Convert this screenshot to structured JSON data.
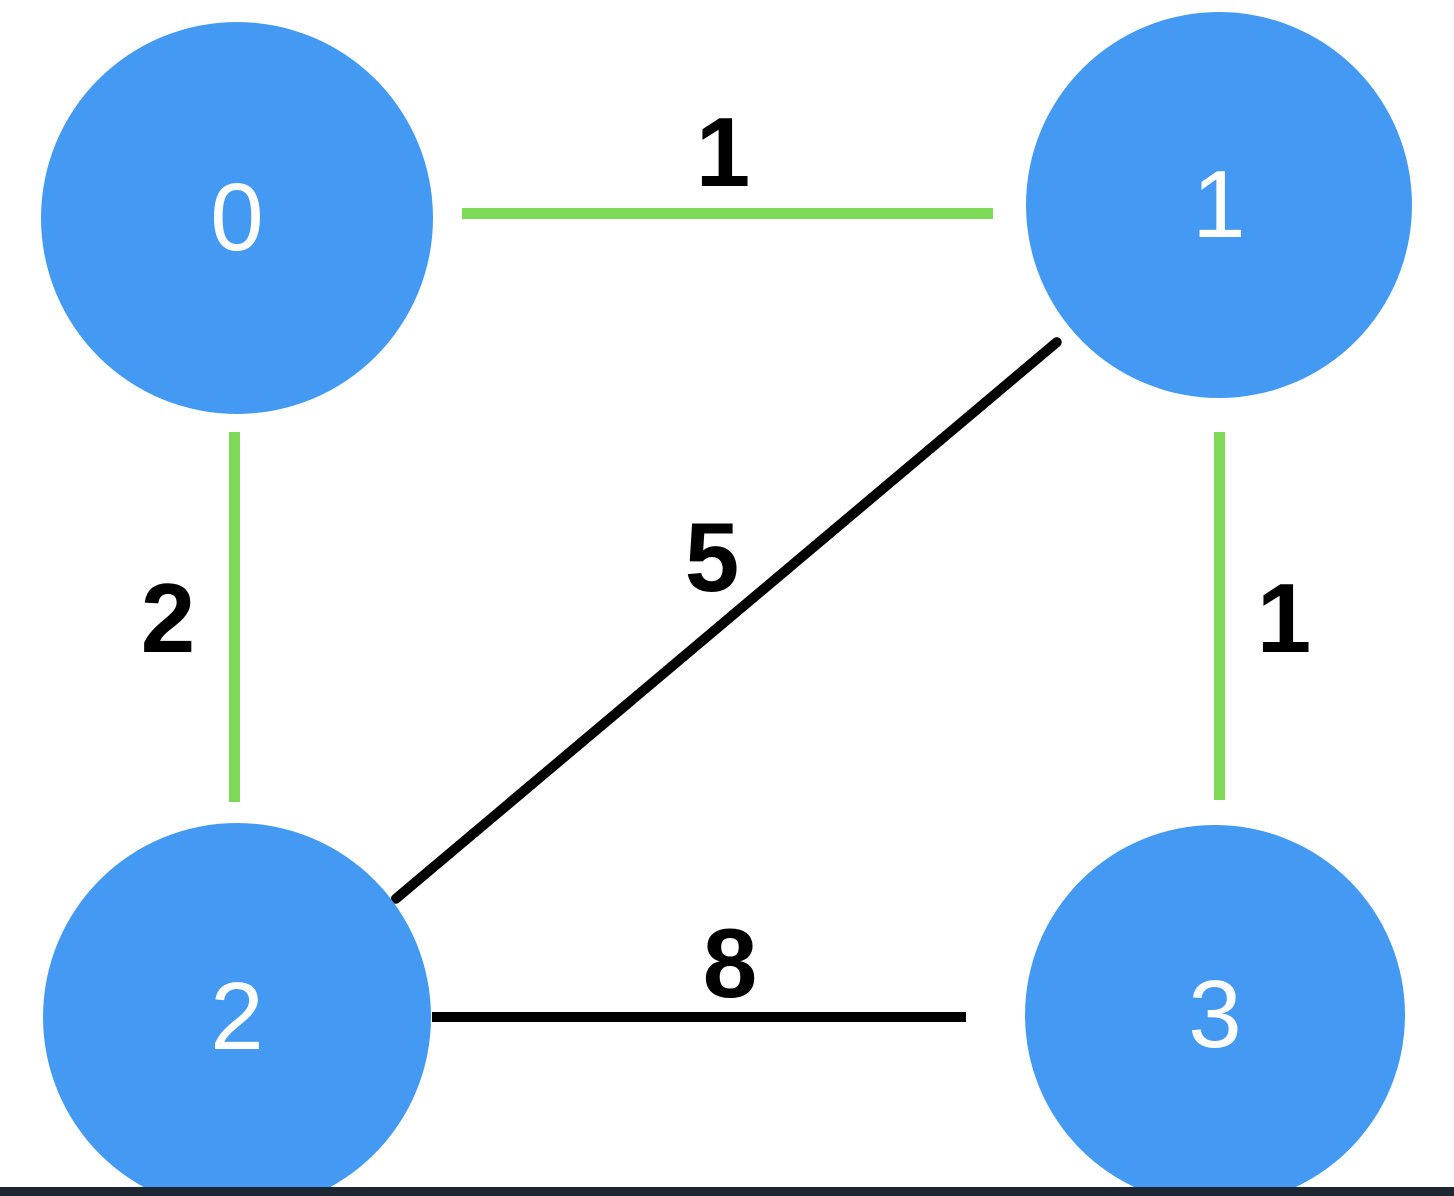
{
  "diagram": {
    "type": "weighted-undirected-graph",
    "description": "Four-node weighted graph; highlighted (green) edges form a minimum spanning tree",
    "colors": {
      "background": "#ffffff",
      "node_fill": "#4499F3",
      "node_label": "#ffffff",
      "mst_edge": "#7ED957",
      "regular_edge": "#000000",
      "weight_label": "#000000",
      "bottom_bar": "#1C2733"
    },
    "nodes": [
      {
        "id": "0",
        "label": "0",
        "position": "top-left"
      },
      {
        "id": "1",
        "label": "1",
        "position": "top-right"
      },
      {
        "id": "2",
        "label": "2",
        "position": "bottom-left"
      },
      {
        "id": "3",
        "label": "3",
        "position": "bottom-right"
      }
    ],
    "edges": [
      {
        "from": "0",
        "to": "1",
        "weight": "1",
        "highlighted": true,
        "color": "#7ED957"
      },
      {
        "from": "0",
        "to": "2",
        "weight": "2",
        "highlighted": true,
        "color": "#7ED957"
      },
      {
        "from": "1",
        "to": "3",
        "weight": "1",
        "highlighted": true,
        "color": "#7ED957"
      },
      {
        "from": "1",
        "to": "2",
        "weight": "5",
        "highlighted": false,
        "color": "#000000"
      },
      {
        "from": "2",
        "to": "3",
        "weight": "8",
        "highlighted": false,
        "color": "#000000"
      }
    ]
  }
}
